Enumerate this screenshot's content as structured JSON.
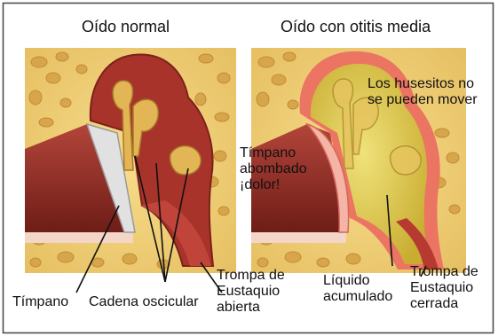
{
  "panels": {
    "normal": {
      "title": "Oído normal"
    },
    "otitis": {
      "title": "Oído con otitis media"
    }
  },
  "labels": {
    "timpano": "Tímpano",
    "cadena": "Cadena oscicular",
    "trompa_abierta": "Trompa de\nEustaquio\nabierta",
    "husesitos": "Los husesitos no\nse pueden mover",
    "timpano_abombado": "Tímpano\nabombado\n¡dolor!",
    "liquido": "Líquido\nacumulado",
    "trompa_cerrada": "Trompa de\nEustaquio\ncerrada"
  },
  "colors": {
    "bone": "#f0cf78",
    "pore": "#d9a94f",
    "flesh": "#9e2e25",
    "eardrum": "#dcdcdc",
    "inflamed": "#ea6e5e",
    "fluid": "#d8c43c"
  }
}
